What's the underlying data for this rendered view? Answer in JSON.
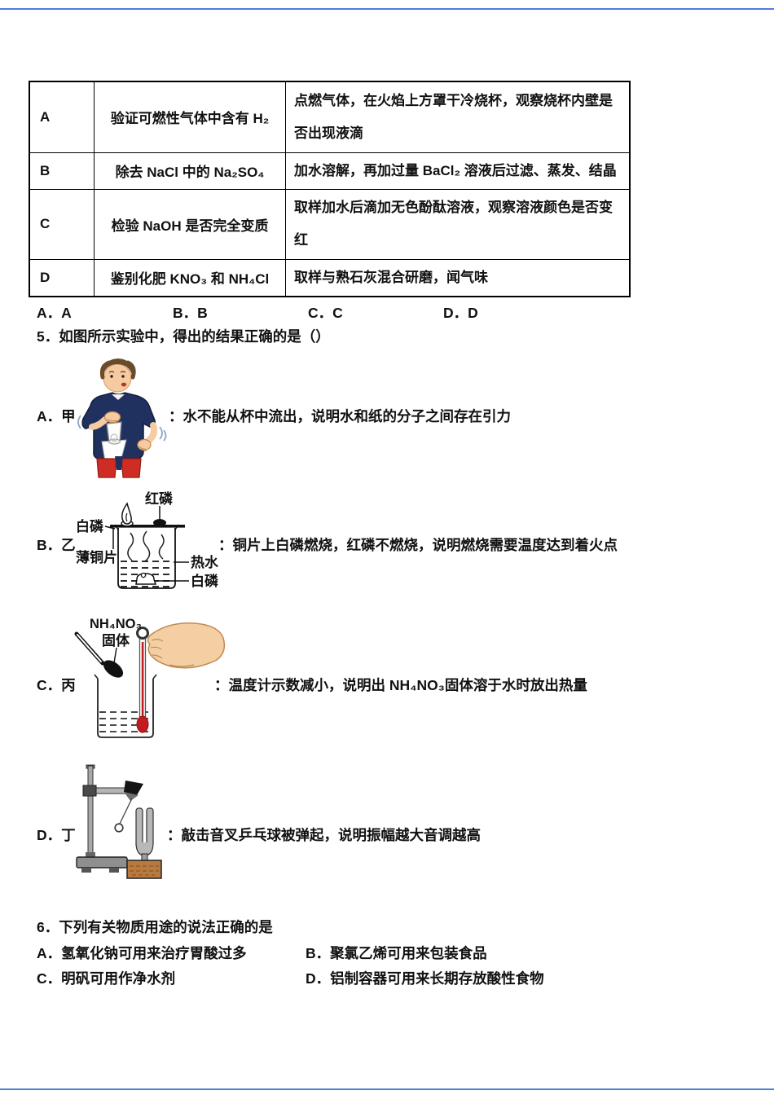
{
  "page": {
    "rule_color": "#4a7ed9"
  },
  "table4": {
    "rows": [
      {
        "letter": "A",
        "task": "验证可燃性气体中含有 H₂",
        "procedure": "点燃气体，在火焰上方罩干冷烧杯，观察烧杯内壁是否出现液滴"
      },
      {
        "letter": "B",
        "task": "除去 NaCl 中的 Na₂SO₄",
        "procedure": "加水溶解，再加过量 BaCl₂ 溶液后过滤、蒸发、结晶"
      },
      {
        "letter": "C",
        "task": "检验 NaOH 是否完全变质",
        "procedure": "取样加水后滴加无色酚酞溶液，观察溶液颜色是否变红"
      },
      {
        "letter": "D",
        "task": "鉴别化肥 KNO₃ 和 NH₄Cl",
        "procedure": "取样与熟石灰混合研磨，闻气味"
      }
    ],
    "answers": {
      "a": "A．A",
      "b": "B．B",
      "c": "C．C",
      "d": "D．D"
    }
  },
  "q5": {
    "stem": "5．如图所示实验中，得出的结果正确的是（）",
    "optionA": {
      "label": "A．甲",
      "desc": "：水不能从杯中流出，说明水和纸的分子之间存在引力"
    },
    "optionB": {
      "label": "B．乙",
      "desc": "：铜片上白磷燃烧，红磷不燃烧，说明燃烧需要温度达到着火点"
    },
    "optionC": {
      "label": "C．丙",
      "desc": "：温度计示数减小，说明出 NH₄NO₃固体溶于水时放出热量"
    },
    "optionD": {
      "label": "D．丁",
      "desc": "：敲击音叉乒乓球被弹起，说明振幅越大音调越高"
    },
    "diagramB": {
      "label_red_p": "红磷",
      "label_white_p_top": "白磷",
      "label_copper": "薄铜片",
      "label_hot_water": "热水",
      "label_white_p_bottom": "白磷"
    },
    "diagramC": {
      "label_formula": "NH₄NO₃",
      "label_solid": "固体"
    }
  },
  "q6": {
    "stem": "6．下列有关物质用途的说法正确的是",
    "optionA": "A．氢氧化钠可用来治疗胃酸过多",
    "optionB": "B．聚氯乙烯可用来包装食品",
    "optionC": "C．明矾可用作净水剂",
    "optionD": "D．铝制容器可用来长期存放酸性食物"
  }
}
